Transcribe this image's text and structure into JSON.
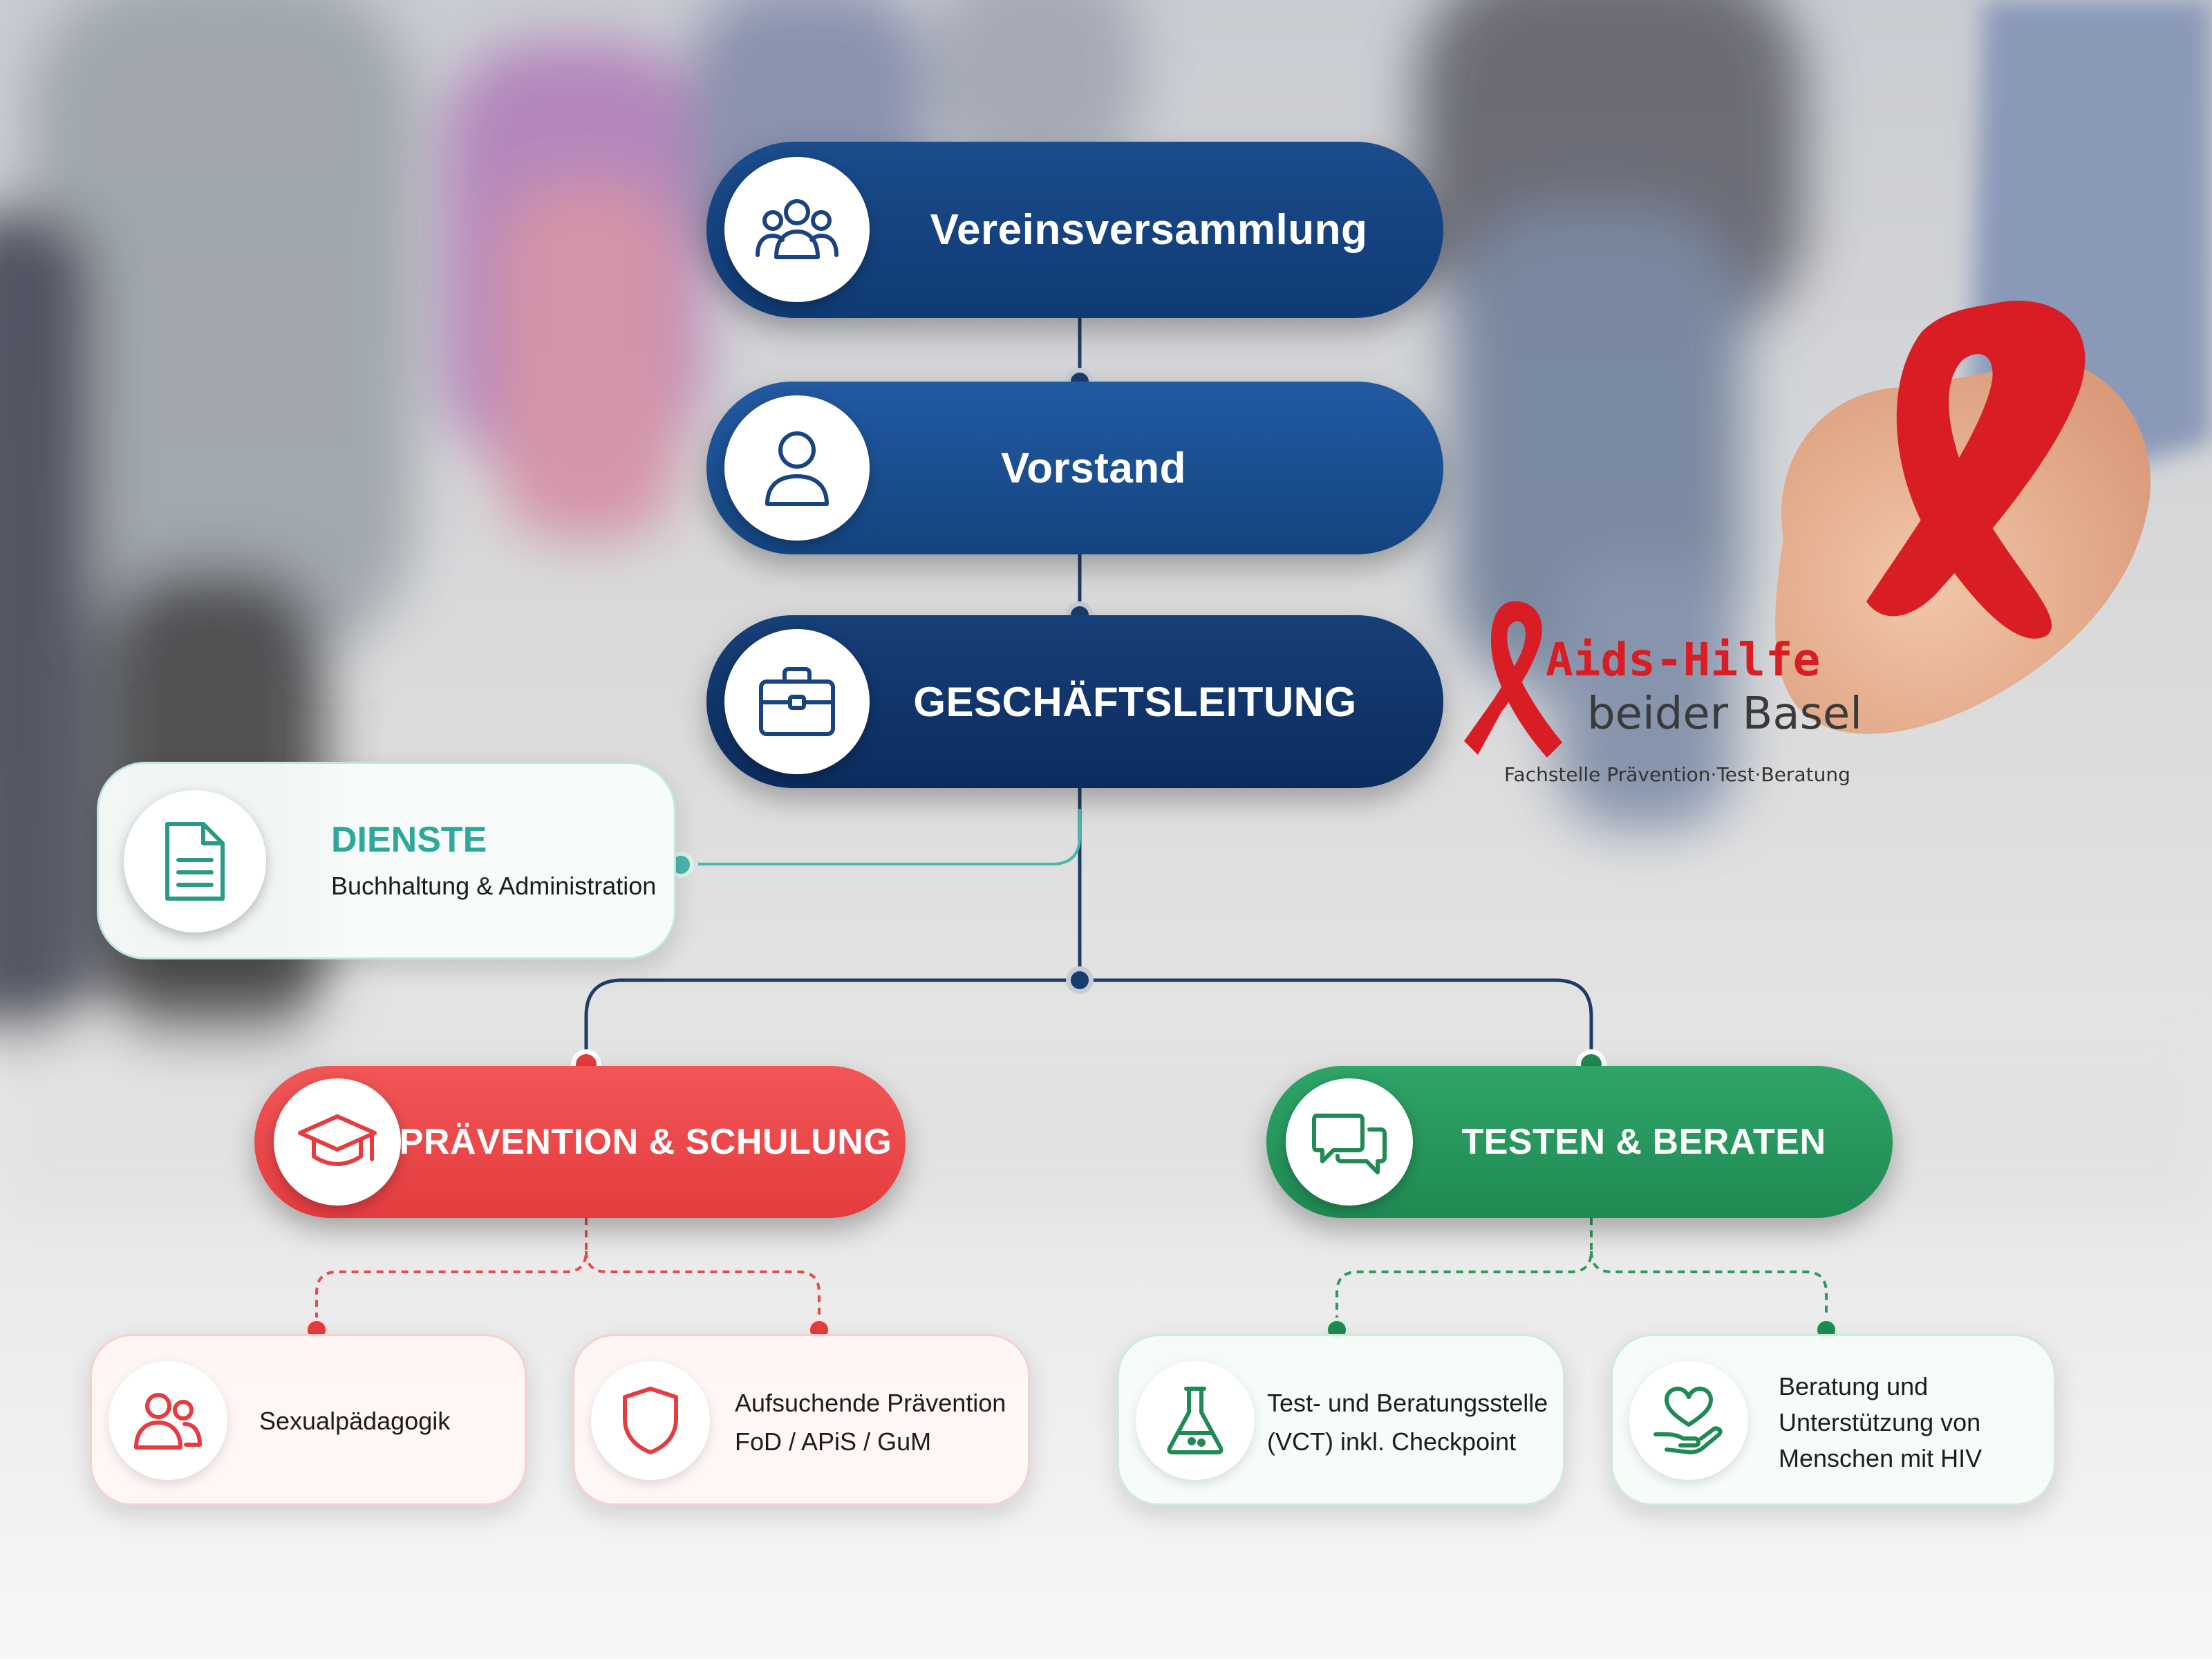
{
  "chart_title": "",
  "nodes": {
    "vereinsversammlung": {
      "label": "Vereinsversammlung"
    },
    "vorstand": {
      "label": "Vorstand"
    },
    "geschaeftsleitung": {
      "label": "GESCHÄFTSLEITUNG"
    },
    "dienste": {
      "title": "DIENSTE",
      "subtitle": "Buchhaltung & Administration"
    },
    "praevention": {
      "label": "PRÄVENTION & SCHULUNG"
    },
    "testen": {
      "label": "TESTEN & BERATEN"
    },
    "sexualpaedagogik": {
      "label": "Sexualpädagogik"
    },
    "aufsuchende": {
      "line1": "Aufsuchende Prävention",
      "line2": "FoD / APiS / GuM"
    },
    "teststelle": {
      "line1": "Test- und Beratungsstelle",
      "line2": "(VCT) inkl. Checkpoint"
    },
    "hiv_beratung": {
      "line1": "Beratung und",
      "line2": "Unterstützung von",
      "line3": "Menschen mit HIV"
    }
  },
  "logo": {
    "line1": "Aids-Hilfe",
    "line2": "beider Basel",
    "tagline": "Fachstelle Prävention·Test·Beratung"
  },
  "icons": {
    "vereinsversammlung": "group-icon",
    "vorstand": "person-icon",
    "geschaeftsleitung": "briefcase-icon",
    "dienste": "document-icon",
    "praevention": "graduation-cap-icon",
    "testen": "chat-bubbles-icon",
    "sexualpaedagogik": "people-icon",
    "aufsuchende": "shield-icon",
    "teststelle": "flask-icon",
    "hiv_beratung": "heart-hand-icon"
  },
  "colors": {
    "navy": "#0f3a74",
    "red": "#e43c3f",
    "green": "#1f8a52",
    "teal": "#2ea898",
    "ribbon": "#d81e24"
  }
}
